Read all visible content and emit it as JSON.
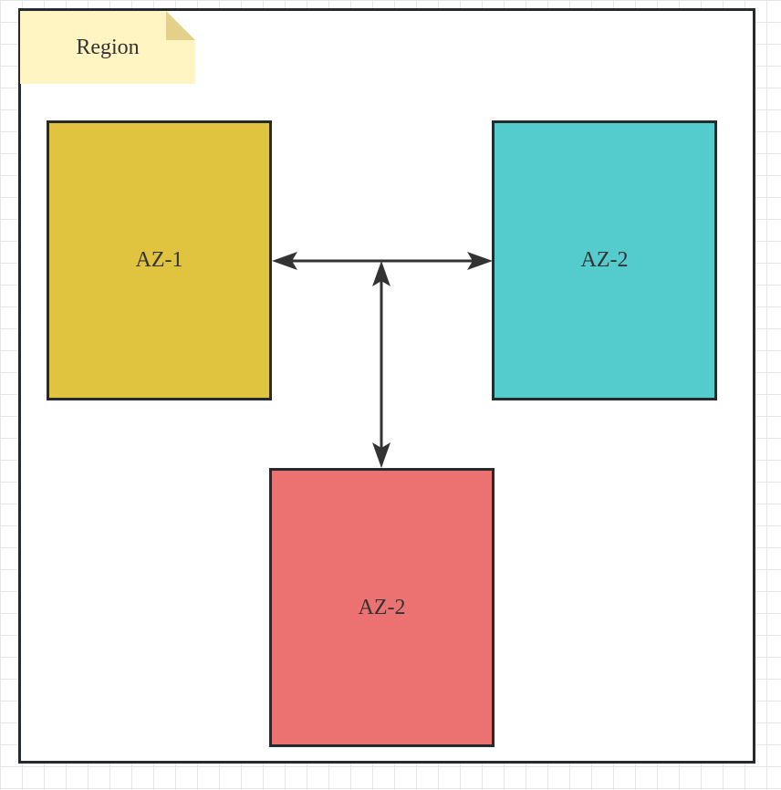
{
  "region": {
    "label": "Region",
    "note_color": "#fff5c2",
    "fold_color": "#e3d08a",
    "border_color": "#252a2e"
  },
  "zones": [
    {
      "label": "AZ-1",
      "color": "#e0c33e"
    },
    {
      "label": "AZ-2",
      "color": "#54cbcc"
    },
    {
      "label": "AZ-2",
      "color": "#ec7272"
    }
  ],
  "connectors": {
    "color": "#333333",
    "style": "bidirectional arrows joined at a T-junction"
  }
}
